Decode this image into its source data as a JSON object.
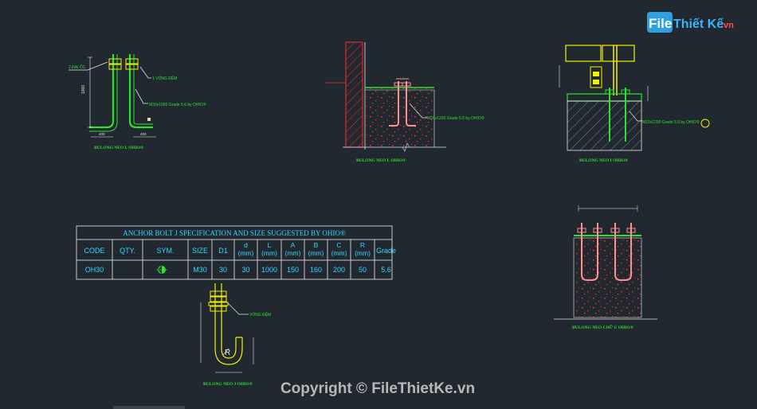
{
  "colors": {
    "background": "#212830",
    "white": "#e8e8e8",
    "green": "#2fe02f",
    "bright_green": "#7cff00",
    "yellow": "#f2f200",
    "red": "#ff2b2b",
    "pink": "#ff9090",
    "cyan": "#35d7ff",
    "table_text": "#d8d8d8",
    "table_title": "#35d7ff",
    "watermark": "#b8b8b8"
  },
  "logo": {
    "word1": "File",
    "word2": "Thiết Kế",
    "suffix": ".vn"
  },
  "drawings": {
    "l_bolt_left": {
      "caption": "BULONG NEO L OHIO®",
      "note_nuts": "2 ĐAI ỐC",
      "note_washer": "1 VÒNG ĐỆM",
      "note_grade": "M30x1000 Grade 5.6 by OHIO®",
      "dim_vertical": "1000",
      "dim_bottom_left": "400",
      "dim_bottom_right": "400"
    },
    "l_bolt_wall": {
      "caption": "BULONG NEO L OHIO®",
      "note_grade": "M20x1200 Grade 5.6 by OHIO®"
    },
    "i_bolt_column": {
      "caption": "BULONG NEO I OHIO®",
      "note_grade": "M20x1200 Grade 5.6 by OHIO®"
    },
    "u_bolt": {
      "caption": "BULONG NEO CHỮ U OHIO®"
    },
    "j_bolt": {
      "caption": "BULONG NEO J OHIO®",
      "note_washer": "VÒNG ĐỆM",
      "radius_label": "R"
    }
  },
  "spec_table": {
    "title": "ANCHOR BOLT J SPECIFICATION AND SIZE SUGGESTED BY OHIO®",
    "headers": [
      {
        "line1": "CODE",
        "line2": ""
      },
      {
        "line1": "QTY.",
        "line2": ""
      },
      {
        "line1": "SYM.",
        "line2": ""
      },
      {
        "line1": "SIZE",
        "line2": ""
      },
      {
        "line1": "D1",
        "line2": ""
      },
      {
        "line1": "d",
        "line2": "(mm)"
      },
      {
        "line1": "L",
        "line2": "(mm)"
      },
      {
        "line1": "A",
        "line2": "(mm)"
      },
      {
        "line1": "B",
        "line2": "(mm)"
      },
      {
        "line1": "C",
        "line2": "(mm)"
      },
      {
        "line1": "R",
        "line2": "(mm)"
      },
      {
        "line1": "Grade",
        "line2": ""
      }
    ],
    "row": [
      "OH30",
      "",
      "",
      "M30",
      "30",
      "30",
      "1000",
      "150",
      "160",
      "200",
      "50",
      "5.6"
    ]
  },
  "watermark": "Copyright © FileThietKe.vn"
}
